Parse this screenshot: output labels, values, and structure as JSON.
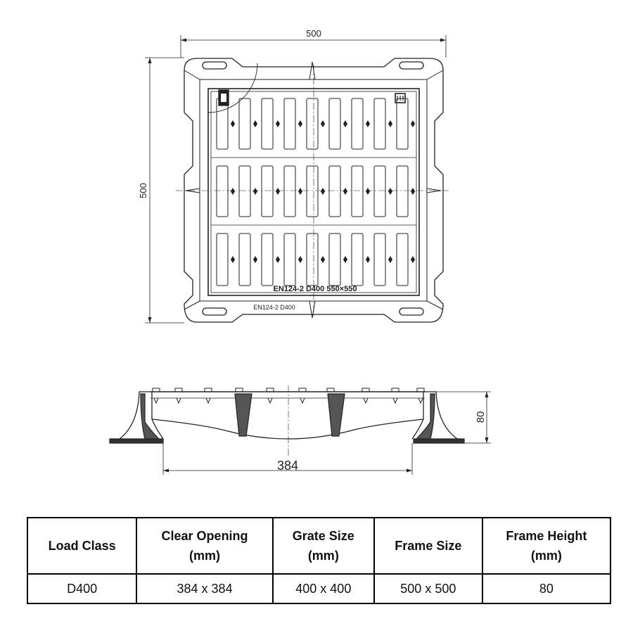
{
  "plan_view": {
    "width_dimension": "500",
    "height_dimension": "500",
    "grate_marking": "EN124-2  D400 550×550",
    "frame_marking": "EN124-2 D400"
  },
  "section_view": {
    "opening_dimension": "384",
    "height_dimension": "80"
  },
  "specs_table": {
    "headers": [
      {
        "line1": "Load Class",
        "line2": ""
      },
      {
        "line1": "Clear Opening",
        "line2": "(mm)"
      },
      {
        "line1": "Grate Size",
        "line2": "(mm)"
      },
      {
        "line1": "Frame Size",
        "line2": ""
      },
      {
        "line1": "Frame Height",
        "line2": "(mm)"
      }
    ],
    "row": [
      "D400",
      "384 x 384",
      "400 x 400",
      "500 x 500",
      "80"
    ]
  }
}
